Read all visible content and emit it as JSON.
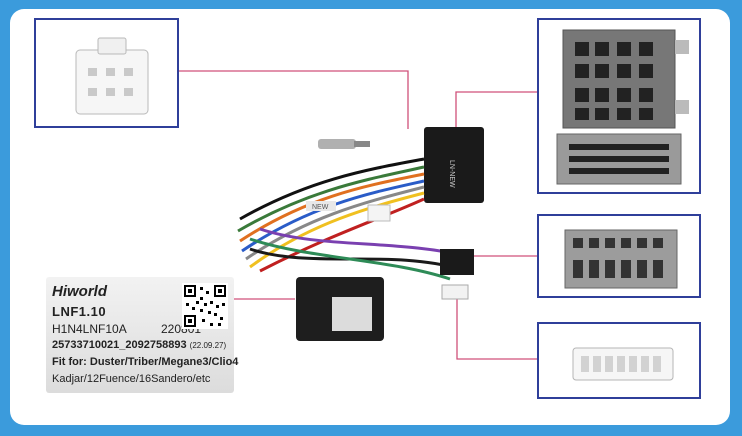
{
  "label": {
    "brand": "Hiworld",
    "model": "LNF1.10",
    "part_code": "H1N4LNF10A",
    "date_code": "220801",
    "serial": "25733710021_2092758893",
    "serial_date": "(22.09.27)",
    "fit_for_line1": "Fit for: Duster/Triber/Megane3/Clio4",
    "fit_for_line2": "Kadjar/12Fuence/16Sandero/etc"
  },
  "connector_labels": {
    "main_plug": "LN-NEW",
    "cable_tag": "NEW"
  },
  "colors": {
    "frame_background": "#3b9bdc",
    "box_border": "#2f3f9a",
    "leader_line": "#d0507a",
    "connector_body": "#1a1a1a",
    "connector_white": "#f4f4f4",
    "connector_grey": "#8a8a8a"
  }
}
